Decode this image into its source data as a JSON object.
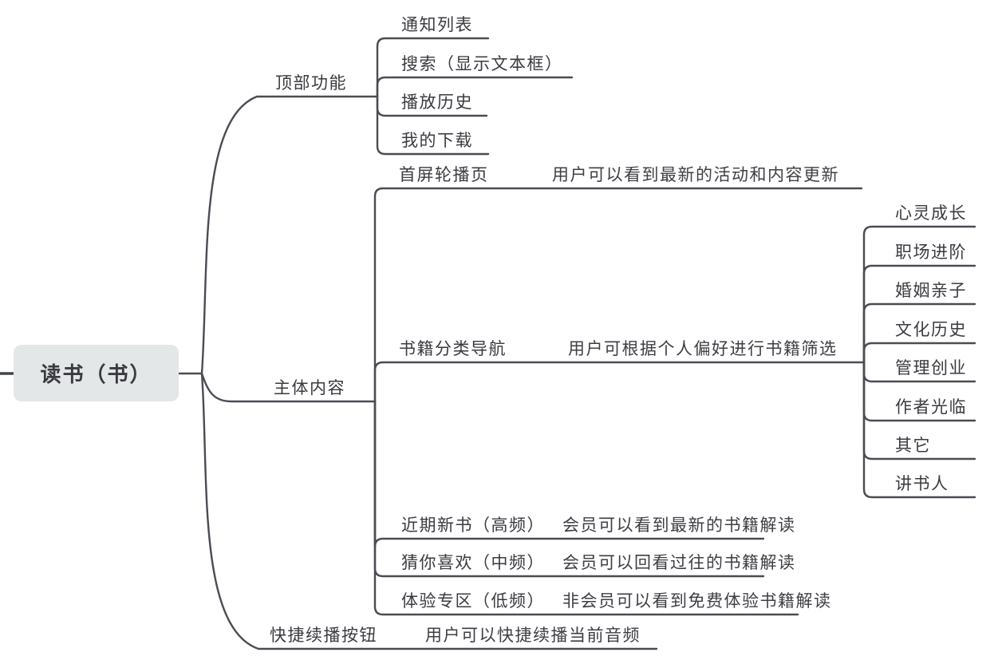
{
  "canvas": {
    "background_color": "#ffffff",
    "line_color": "#4b4b54",
    "text_color": "#3a3a40",
    "root_fill_color": "#e3e7e7"
  },
  "root": {
    "label": "读书（书）"
  },
  "branches": [
    {
      "label": "顶部功能",
      "children": [
        {
          "label": "通知列表"
        },
        {
          "label": "搜索（显示文本框）"
        },
        {
          "label": "播放历史"
        },
        {
          "label": "我的下载"
        }
      ]
    },
    {
      "label": "主体内容",
      "children": [
        {
          "label": "首屏轮播页",
          "note": "用户可以看到最新的活动和内容更新"
        },
        {
          "label": "书籍分类导航",
          "note": "用户可根据个人偏好进行书籍筛选",
          "children": [
            {
              "label": "心灵成长"
            },
            {
              "label": "职场进阶"
            },
            {
              "label": "婚姻亲子"
            },
            {
              "label": "文化历史"
            },
            {
              "label": "管理创业"
            },
            {
              "label": "作者光临"
            },
            {
              "label": "其它"
            },
            {
              "label": "讲书人"
            }
          ]
        },
        {
          "label": "近期新书（高频）",
          "note": "会员可以看到最新的书籍解读"
        },
        {
          "label": "猜你喜欢（中频）",
          "note": "会员可以回看过往的书籍解读"
        },
        {
          "label": "体验专区（低频）",
          "note": "非会员可以看到免费体验书籍解读"
        }
      ]
    },
    {
      "label": "快捷续播按钮",
      "note": "用户可以快捷续播当前音频"
    }
  ]
}
